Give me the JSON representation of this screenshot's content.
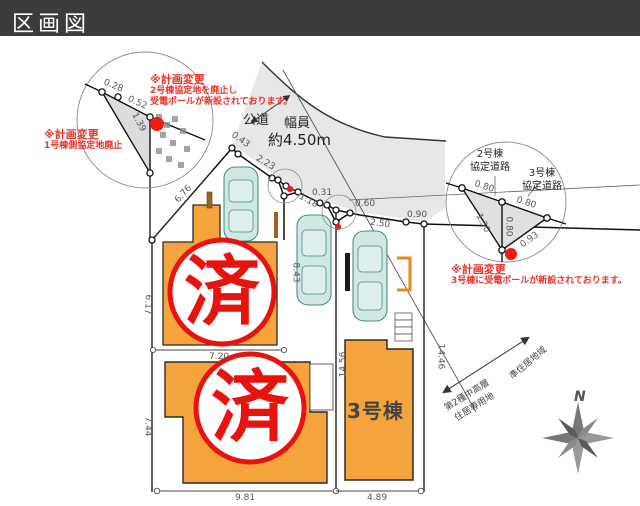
{
  "header": {
    "title": "区画図"
  },
  "road": {
    "label": "公道",
    "width_label": "幅員",
    "width_value": "約4.50m"
  },
  "notes": [
    {
      "id": "note-left",
      "head": "※計画変更",
      "body": "1号棟側協定地廃止"
    },
    {
      "id": "note-top",
      "head": "※計画変更",
      "body_line1": "2号棟協定地を廃止し",
      "body_line2": "受電ポールが新設されております。"
    },
    {
      "id": "note-right",
      "head": "※計画変更",
      "body": "3号棟に受電ポールが新設されております。"
    }
  ],
  "detail_circles": {
    "left": {
      "dims": [
        "0.28",
        "0.52",
        "1.39"
      ]
    },
    "mid_left": {
      "dims": [
        "1.18"
      ]
    },
    "mid_right": {
      "dims": [
        "0.60"
      ]
    },
    "right": {
      "label_a_line1": "2号棟",
      "label_a_line2": "協定道路",
      "label_b_line1": "3号棟",
      "label_b_line2": "協定道路",
      "dims": [
        "0.80",
        "0.80",
        "0.80",
        "1.30",
        "0.93"
      ]
    }
  },
  "plots": [
    {
      "name": "stamp-1",
      "stamp": "済",
      "kind": "sold"
    },
    {
      "name": "stamp-2",
      "stamp": "済",
      "kind": "sold"
    },
    {
      "name": "plot-3",
      "label": "3号棟",
      "kind": "available"
    }
  ],
  "dimensions": {
    "boundary_nw_diag": "6.76",
    "road_edge_043": "0.43",
    "road_edge_223": "2.23",
    "road_edge_031": "0.31",
    "road_edge_250": "2.50",
    "road_edge_090": "0.90",
    "left_617": "6.17",
    "left_744": "7.44",
    "top_720": "7.20",
    "mid_843": "8.43",
    "mid_1456": "14.56",
    "right_1446": "14.46",
    "bottom_981": "9.81",
    "bottom_489": "4.89"
  },
  "zoning": {
    "upper_right": "準住居地域",
    "lower_left_line1": "第2種中高層",
    "lower_left_line2": "住居専用地"
  },
  "compass": {
    "north_label": "N"
  },
  "colors": {
    "header_bg": "#3b3b3b",
    "building_fill": "#F5A33C",
    "building_stroke": "#2b2b2b",
    "stamp_red": "#e8130f",
    "note_red": "#e8342a",
    "road_fill": "#e6e6e6",
    "car_fill": "#cfe8e4",
    "pole_red": "#ee1c12"
  }
}
